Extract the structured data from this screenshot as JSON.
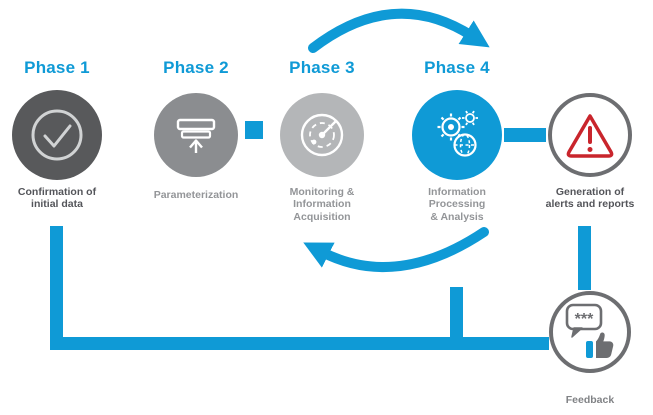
{
  "colors": {
    "blue": "#0f9ad6",
    "phase1_gray": "#58595b",
    "phase2_gray": "#8b8d90",
    "phase3_gray": "#b4b6b8",
    "outline_gray": "#6d6e71",
    "warning_red": "#c9252c"
  },
  "phases": [
    {
      "title": "Phase 1",
      "icon": "check-icon",
      "label_lines": [
        "Confirmation of",
        "initial data"
      ]
    },
    {
      "title": "Phase 2",
      "icon": "press-icon",
      "label_lines": [
        "Parameterization"
      ]
    },
    {
      "title": "Phase 3",
      "icon": "radar-icon",
      "label_lines": [
        "Monitoring &",
        "Information",
        "Acquisition"
      ]
    },
    {
      "title": "Phase 4",
      "icon": "gears-globe-icon",
      "label_lines": [
        "Information",
        "Processing",
        "& Analysis"
      ]
    },
    {
      "icon": "warning-icon",
      "label_lines": [
        "Generation of",
        "alerts and reports"
      ]
    }
  ],
  "feedback": {
    "label": "Feedback",
    "icon": "chat-thumbs-up-icon",
    "bubble_text": "***"
  }
}
